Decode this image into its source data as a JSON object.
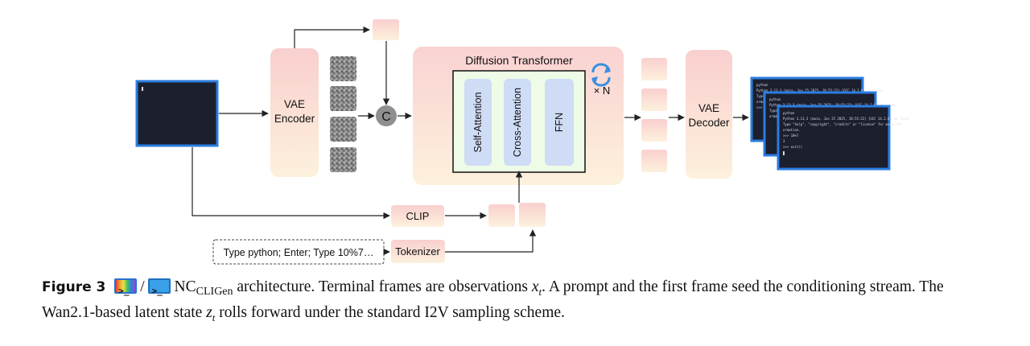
{
  "diagram": {
    "vae_encoder": [
      "VAE",
      "Encoder"
    ],
    "concat_symbol": "C",
    "diffusion_transformer_title": "Diffusion Transformer",
    "blocks": [
      "Self-Attention",
      "Cross-Attention",
      "FFN"
    ],
    "repeat_label": "× N",
    "vae_decoder": [
      "VAE",
      "Decoder"
    ],
    "clip_label": "CLIP",
    "tokenizer_label": "Tokenizer",
    "prompt_text": "Type python; Enter; Type 10%7…",
    "terminal_lines": [
      "python",
      "Python 3.13.3 (main, Jun 25 2025, 18:55:22) [GCC 14.2.0] on linux",
      "Type \"help\", \"copyright\", \"credits\" or \"license\" for more inf",
      "ormation.",
      ">>> 10%7",
      "3",
      ">>> exit()"
    ],
    "colors": {
      "terminal_bg": "#1c1f2e",
      "terminal_border": "#2a7de1",
      "peach_top": "#f9cfcf",
      "peach_bottom": "#fdf0dc",
      "block_blue": "#cfdcf5",
      "inner_green": "#eefbe6",
      "refresh_icon": "#3a8fe0"
    }
  },
  "caption": {
    "figure_label": "Figure 3",
    "slash": "/",
    "nc": "NC",
    "nc_sub": "CLIGen",
    "text1": "architecture. Terminal frames are observations",
    "var_x": "x",
    "sub_t": "t",
    "text2": ". A prompt and the first frame seed the conditioning stream. The Wan2.1-based latent state",
    "var_z": "z",
    "text3": "rolls forward under the standard I2V sampling scheme."
  }
}
